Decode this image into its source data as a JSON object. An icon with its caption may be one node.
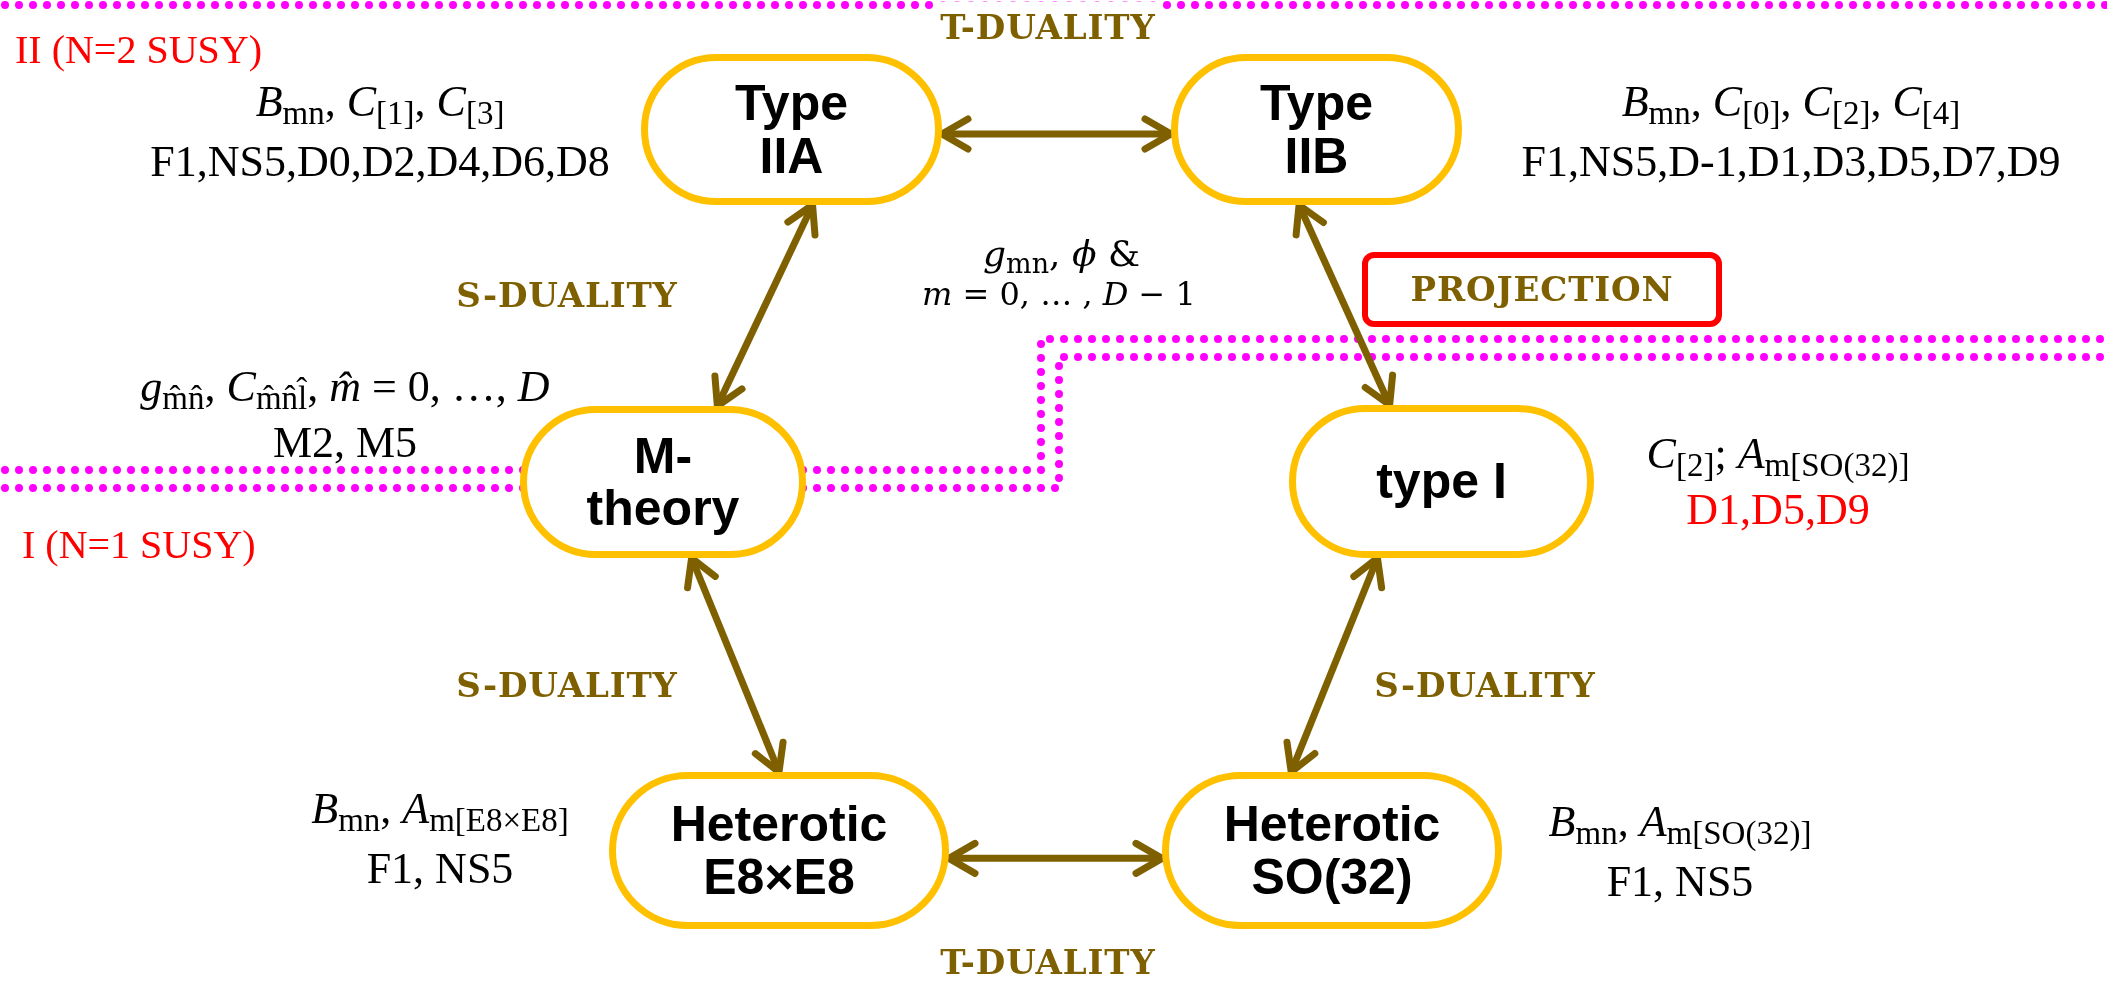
{
  "diagram": {
    "nodes": [
      {
        "text": [
          "Type IIA"
        ],
        "beside": [
          "*B*$_{mn}$, *C*$_{[1]}$, *C*$_{[3]}$",
          "F1,NS5,D0,D2,D4,D6,D8"
        ]
      },
      {
        "text": [
          "Type IIB"
        ],
        "beside": [
          "*B*$_{mn}$, *C*$_{[0]}$, *C*$_{[2]}$, *C*$_{[4]}$",
          "F1,NS5,D-1,D1,D3,D5,D7,D9"
        ]
      },
      {
        "text": [
          "PROJECTION"
        ]
      },
      {
        "text": [
          "M-theory"
        ],
        "beside": [
          "*g*$_{m̂n̂}$, *C*$_{m̂n̂l̂}$, *m̂* = 0, …, *D*",
          "M2, M5"
        ]
      },
      {
        "text": [
          "type I"
        ],
        "beside": [
          "*C*$_{[2]}$; *A*$_{m[SO(32)]}$",
          "D1,D5,D9"
        ]
      },
      {
        "text": [
          "Heterotic E8×E8"
        ],
        "beside": [
          "*B*$_{mn}$, *A*$_{m[E8×E8]}$",
          "F1, NS5"
        ]
      },
      {
        "text": [
          "Heterotic SO(32)"
        ],
        "beside": [
          "*B*$_{mn}$, *A*$_{m[SO(32)]}$",
          "F1, NS5"
        ]
      }
    ],
    "edges": [
      {
        "from": 0,
        "to": 1,
        "arrow": "both",
        "label": "T-DUALITY"
      },
      {
        "from": 0,
        "to": 3,
        "arrow": "both",
        "label": "S-DUALITY"
      },
      {
        "from": 1,
        "to": 4,
        "arrow": "both"
      },
      {
        "from": 3,
        "to": 5,
        "arrow": "both",
        "label": "S-DUALITY"
      },
      {
        "from": 5,
        "to": 6,
        "arrow": "both",
        "label": "T-DUALITY"
      },
      {
        "from": 4,
        "to": 6,
        "arrow": "both",
        "label": "S-DUALITY"
      }
    ],
    "labels": [
      "II (N=2 SUSY)",
      "*g*$_{mn}$, *ϕ* &",
      "*m* = 0, … , *D* − 1",
      "I (N=1 SUSY)"
    ]
  }
}
